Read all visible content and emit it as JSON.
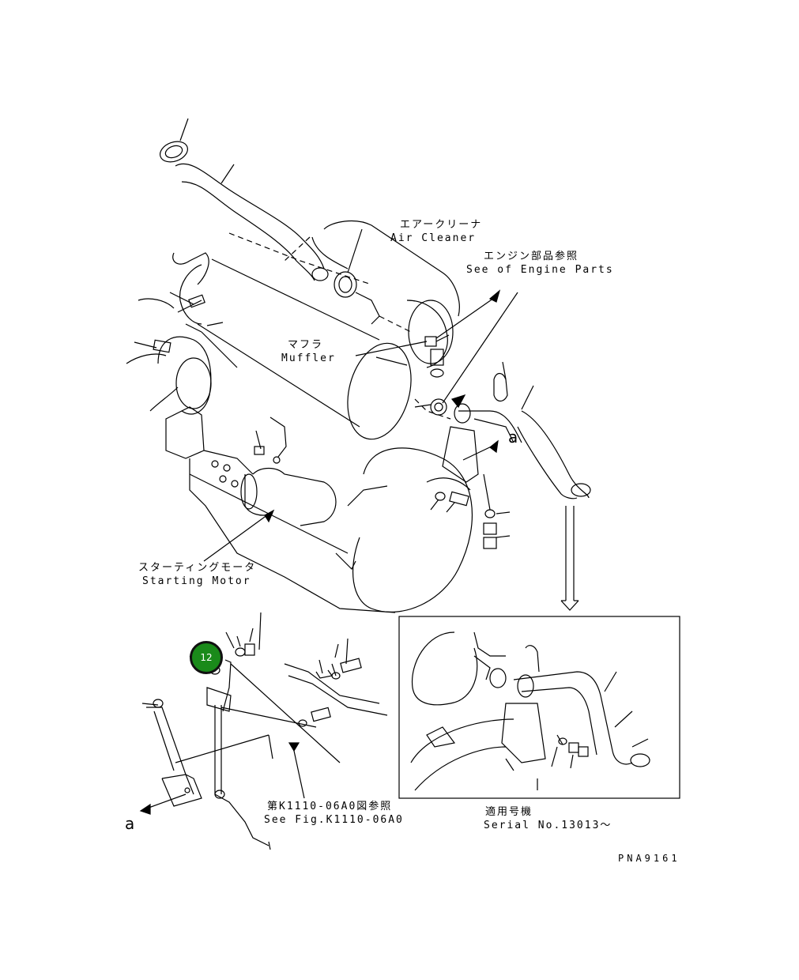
{
  "labels": {
    "air_cleaner_jp": "エアークリーナ",
    "air_cleaner_en": "Air Cleaner",
    "engine_parts_jp": "エンジン部品参照",
    "engine_parts_en": "See of Engine Parts",
    "muffler_jp": "マフラ",
    "muffler_en": "Muffler",
    "starting_motor_jp": "スターティングモータ",
    "starting_motor_en": "Starting Motor",
    "fig_ref_jp": "第K1110-06A0図参照",
    "fig_ref_en": "See Fig.K1110-06A0",
    "serial_jp": "適用号機",
    "serial_en": "Serial No.13013～",
    "drawing_code": "PNA9161",
    "ref_a_top": "a",
    "ref_a_bottom": "a"
  },
  "marker": {
    "label": "12",
    "color": "#1a8a1a"
  }
}
